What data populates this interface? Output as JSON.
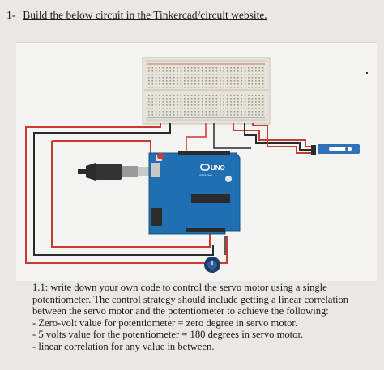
{
  "heading": {
    "number": "1-",
    "task": "Build the below circuit in the Tinkercad/circuit website."
  },
  "circuit": {
    "board_brand_text": "UNO",
    "board_small_text": "ARDUINO",
    "breadboard_icon": "breadboard-icon",
    "arduino_icon": "arduino-uno-icon",
    "servo_icon": "servo-motor-icon",
    "pot_icon": "potentiometer-icon",
    "usb_icon": "usb-cable-icon",
    "colors": {
      "board": "#1f6fb2",
      "wire_red": "#d23a30",
      "wire_black": "#2b2b2b",
      "breadboard": "#e8e4da",
      "pot": "#2c5e99"
    }
  },
  "question": {
    "intro": "1.1: write down your own code to control the servo motor using a single potentiometer. The control strategy should include getting a linear correlation between the servo motor and the potentiometer to achieve the following:",
    "bullets": [
      "Zero-volt value for potentiometer = zero degree in servo motor.",
      "5 volts value for the potentiometer = 180 degrees in servo motor.",
      "linear correlation for any value in between."
    ]
  }
}
